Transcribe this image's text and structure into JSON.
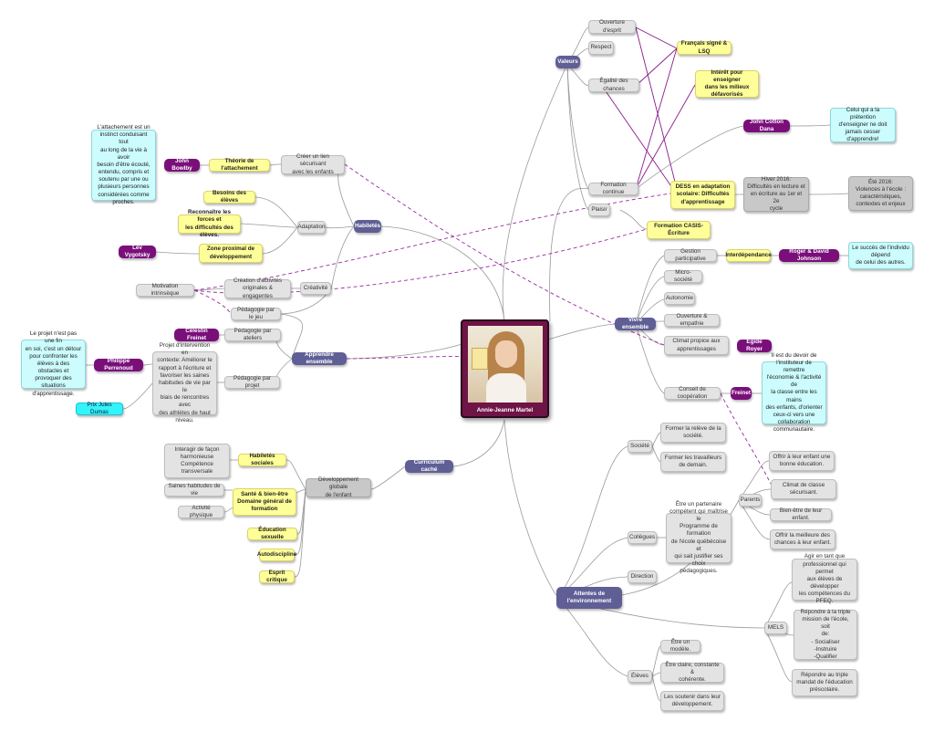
{
  "center": {
    "label": "Annie-Jeanne Martel",
    "photo": "portrait-photo"
  },
  "nodes": [
    {
      "id": "valeurs",
      "label": "Valeurs",
      "style": "hub"
    },
    {
      "id": "ouverture",
      "label": "Ouverture d'esprit",
      "style": "gray"
    },
    {
      "id": "respect",
      "label": "Respect",
      "style": "gray"
    },
    {
      "id": "egalite",
      "label": "Égalité des chances",
      "style": "gray"
    },
    {
      "id": "francais",
      "label": "Français signé & LSQ",
      "style": "yel"
    },
    {
      "id": "interet",
      "label": "Intérêt pour enseigner\ndans les milieux\ndéfavorisés",
      "style": "yel"
    },
    {
      "id": "cotton",
      "label": "John Cotton Dana",
      "style": "pur"
    },
    {
      "id": "celui",
      "label": "Celui qui a la prétention\nd'enseigner ne doit\njamais cesser\nd'apprendre!",
      "style": "cyan"
    },
    {
      "id": "formcont",
      "label": "Formation continue",
      "style": "gray"
    },
    {
      "id": "dess",
      "label": "DESS en adaptation\nscolaire: Difficultés\nd'apprentissage",
      "style": "yel"
    },
    {
      "id": "hiver",
      "label": "Hiver 2016:\nDifficultés en lecture et\nen écriture au 1er et 2e\ncycle",
      "style": "dgray"
    },
    {
      "id": "ete",
      "label": "Été 2016:\nViolences à l'école :\ncaractéristiques,\ncontextes et enjeux",
      "style": "dgray"
    },
    {
      "id": "plaisir",
      "label": "Plaisir",
      "style": "gray"
    },
    {
      "id": "casis",
      "label": "Formation CASIS-\nÉcriture",
      "style": "yel"
    },
    {
      "id": "gestion",
      "label": "Gestion participative",
      "style": "gray"
    },
    {
      "id": "interdep",
      "label": "Interdépendance",
      "style": "yel"
    },
    {
      "id": "johnson",
      "label": "Roger & David Johnson",
      "style": "pur"
    },
    {
      "id": "succes",
      "label": "Le succès de l'individu\ndépend\nde celui des autres.",
      "style": "cyan"
    },
    {
      "id": "micro",
      "label": "Micro-société",
      "style": "gray"
    },
    {
      "id": "autonomie",
      "label": "Autonomie",
      "style": "gray"
    },
    {
      "id": "ouvemp",
      "label": "Ouverture & empathie",
      "style": "gray"
    },
    {
      "id": "vivre",
      "label": "Vivre ensemble",
      "style": "hub"
    },
    {
      "id": "climat",
      "label": "Climat propice aux\napprentissages",
      "style": "gray"
    },
    {
      "id": "royer",
      "label": "Égide Royer",
      "style": "pur"
    },
    {
      "id": "conseil",
      "label": "Conseil de coopération",
      "style": "gray"
    },
    {
      "id": "freinet2",
      "label": "Freinet",
      "style": "pur"
    },
    {
      "id": "devoir",
      "label": "Il est du devoir de\nl'instituteur de remettre\nl'économie & l'activité de\nla classe entre les mains\ndes enfants, d'orienter\nceux-ci vers une\ncollaboration\ncommunautaire.",
      "style": "cyan"
    },
    {
      "id": "bowlby",
      "label": "John Bowlby",
      "style": "pur"
    },
    {
      "id": "attach",
      "label": "L'attachement est un\ninstinct conduisant tout\nau long de la vie à avoir\nbesoin d'être écouté,\nentendu, compris et\nsoutenu par une ou\nplusieurs personnes\nconsidérées comme\nproches.",
      "style": "cyan"
    },
    {
      "id": "theorie",
      "label": "Théorie de l'attachement",
      "style": "yel"
    },
    {
      "id": "creer",
      "label": "Créer un lien sécurisant\navec les enfants",
      "style": "gray"
    },
    {
      "id": "besoins",
      "label": "Besoins des élèves",
      "style": "yel"
    },
    {
      "id": "reconn",
      "label": "Reconnaître les forces et\nles difficultés des élèves.",
      "style": "yel"
    },
    {
      "id": "adaptation",
      "label": "Adaptation",
      "style": "gray"
    },
    {
      "id": "habiletes",
      "label": "Habiletés",
      "style": "hub"
    },
    {
      "id": "vygotsky",
      "label": "Lev Vygotsky",
      "style": "pur"
    },
    {
      "id": "zone",
      "label": "Zone proximal de\ndéveloppement",
      "style": "yel"
    },
    {
      "id": "motiv",
      "label": "Motivation intrinsèque",
      "style": "gray"
    },
    {
      "id": "creation",
      "label": "Création d'activités\noriginales & engagentes",
      "style": "gray"
    },
    {
      "id": "creativite",
      "label": "Créativité",
      "style": "gray"
    },
    {
      "id": "pedjeu",
      "label": "Pédagogie par le jeu",
      "style": "gray"
    },
    {
      "id": "freinet",
      "label": "Célestin Freinet",
      "style": "pur"
    },
    {
      "id": "pedat",
      "label": "Pédagogie par ateliers",
      "style": "gray"
    },
    {
      "id": "appr",
      "label": "Apprendre ensemble",
      "style": "hub"
    },
    {
      "id": "projet",
      "label": "Le projet n'est pas une fin\nen soi, c'est un détour\npour confronter les\nélèves à des obstacles et\nprovoquer des situations\nd'apprentissage.",
      "style": "cyan"
    },
    {
      "id": "perrenoud",
      "label": "Philippe Perrenoud",
      "style": "pur"
    },
    {
      "id": "projint",
      "label": "Projet d'intervention en\ncontexte: Améliorer le\nrapport à l'écriture et\nfavoriser les saines\nhabitudes de vie par le\nbiais de rencontres avec\ndes athlètes de haut\nniveau.",
      "style": "gray"
    },
    {
      "id": "pedproj",
      "label": "Pédagogie par projet",
      "style": "gray"
    },
    {
      "id": "prix",
      "label": "Prix Jules Dumas",
      "style": "cyan2"
    },
    {
      "id": "interagir",
      "label": "Interagir de façon\nharmonieuse\nCompétence\ntransversale",
      "style": "gray"
    },
    {
      "id": "habsoc",
      "label": "Habiletés sociales",
      "style": "yel"
    },
    {
      "id": "devglob",
      "label": "Développement globale\nde l'enfant",
      "style": "dgray"
    },
    {
      "id": "curric",
      "label": "Curriculum caché",
      "style": "hub"
    },
    {
      "id": "saines",
      "label": "Saines habitudes de vie",
      "style": "gray"
    },
    {
      "id": "sante",
      "label": "Santé & bien-être\nDomaine général de\nformation",
      "style": "yel"
    },
    {
      "id": "activite",
      "label": "Activité physique",
      "style": "gray"
    },
    {
      "id": "edsex",
      "label": "Éducation sexuelle",
      "style": "yel"
    },
    {
      "id": "autodisc",
      "label": "Autodiscipline",
      "style": "yel"
    },
    {
      "id": "esprit",
      "label": "Esprit critique",
      "style": "yel"
    },
    {
      "id": "societe",
      "label": "Société",
      "style": "gray"
    },
    {
      "id": "releve",
      "label": "Former la relève de la\nsociété.",
      "style": "gray"
    },
    {
      "id": "travail",
      "label": "Former les travailleurs\nde demain.",
      "style": "gray"
    },
    {
      "id": "offrir1",
      "label": "Offrir à leur  enfant une\nbonne éducation.",
      "style": "gray"
    },
    {
      "id": "climatcl",
      "label": "Climat de classe\nsécurisant.",
      "style": "gray"
    },
    {
      "id": "parents",
      "label": "Parents",
      "style": "gray"
    },
    {
      "id": "bienetre",
      "label": "Bien-être de leur enfant.",
      "style": "gray"
    },
    {
      "id": "offrir2",
      "label": "Offrir la meilleure des\nchances à leur enfant.",
      "style": "gray"
    },
    {
      "id": "etrepart",
      "label": "Être un partenaire\ncompétent qui maîtrise le\nProgramme de formation\nde l'école québécoise et\nqui sait justifier ses choix\npédagogiques.",
      "style": "gray"
    },
    {
      "id": "collegues",
      "label": "Collègues",
      "style": "gray"
    },
    {
      "id": "direction",
      "label": "Direction",
      "style": "gray"
    },
    {
      "id": "attentes",
      "label": "Attentes de\nl'environnement",
      "style": "hub"
    },
    {
      "id": "agir",
      "label": "Agir en tant que\nprofessionnel qui permet\naux élèves de développer\nles compétences du\nPFEQ.",
      "style": "gray"
    },
    {
      "id": "repondre1",
      "label": "Répondre à la triple\nmission de l'école, soit\nde:\n- Socialiser\n-Instruire\n-Qualifier",
      "style": "gray"
    },
    {
      "id": "mels",
      "label": "MELS",
      "style": "gray"
    },
    {
      "id": "repondre2",
      "label": "Répondre au triple\nmandat de l'éducation\npréscolaire.",
      "style": "gray"
    },
    {
      "id": "modele",
      "label": "Être un modèle.",
      "style": "gray"
    },
    {
      "id": "eleves",
      "label": "Élèves",
      "style": "gray"
    },
    {
      "id": "claire",
      "label": "Être claire, constante &\ncohérente.",
      "style": "gray"
    },
    {
      "id": "soutenir",
      "label": "Les soutenir dans leur\ndéveloppement.",
      "style": "gray"
    }
  ],
  "colors": {
    "hub": "#5f5f96",
    "person": "#7a0f7a",
    "note": "#ffff99",
    "quote": "#ccfcfd",
    "quote_bright": "#33f4fb",
    "topic": "#e3e3e3",
    "line": "#9a9a9a",
    "relation": "#9a2aa0"
  }
}
